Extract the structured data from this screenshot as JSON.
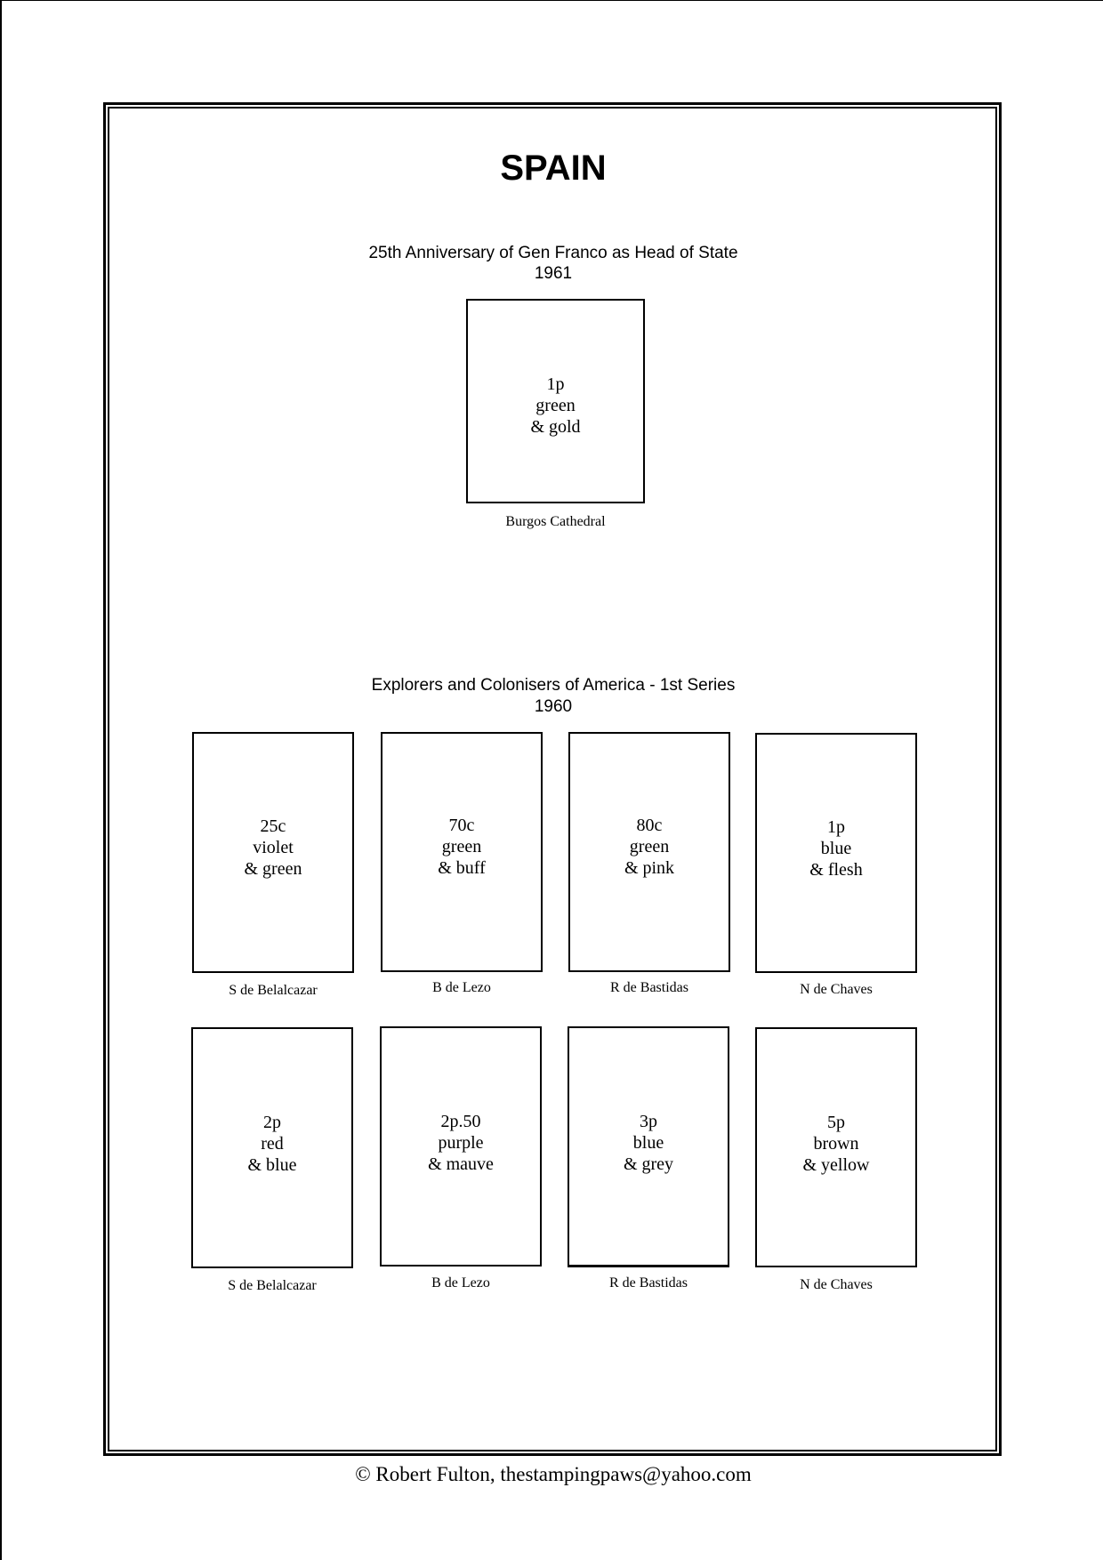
{
  "page": {
    "country": "SPAIN",
    "footer": "©  Robert Fulton, thestampingpaws@yahoo.com"
  },
  "sections": [
    {
      "title": "25th Anniversary of Gen Franco as Head of State",
      "year": "1961",
      "stamps": [
        {
          "value": "1p",
          "color1": "green",
          "color2": "& gold",
          "caption": "Burgos Cathedral"
        }
      ]
    },
    {
      "title": "Explorers and Colonisers of America - 1st Series",
      "year": "1960",
      "stamps": [
        {
          "value": "25c",
          "color1": "violet",
          "color2": "& green",
          "caption": "S de Belalcazar"
        },
        {
          "value": "70c",
          "color1": "green",
          "color2": "& buff",
          "caption": "B de Lezo"
        },
        {
          "value": "80c",
          "color1": "green",
          "color2": "& pink",
          "caption": "R de Bastidas"
        },
        {
          "value": "1p",
          "color1": "blue",
          "color2": "& flesh",
          "caption": "N de Chaves"
        },
        {
          "value": "2p",
          "color1": "red",
          "color2": "& blue",
          "caption": "S de Belalcazar"
        },
        {
          "value": "2p.50",
          "color1": "purple",
          "color2": "& mauve",
          "caption": "B de Lezo"
        },
        {
          "value": "3p",
          "color1": "blue",
          "color2": "& grey",
          "caption": "R de Bastidas"
        },
        {
          "value": "5p",
          "color1": "brown",
          "color2": "& yellow",
          "caption": "N de Chaves"
        }
      ]
    }
  ]
}
